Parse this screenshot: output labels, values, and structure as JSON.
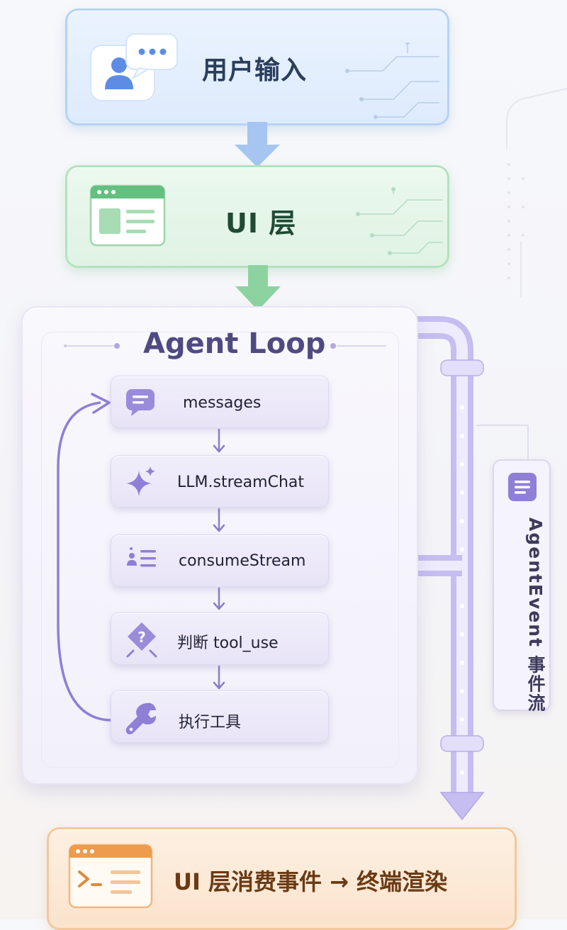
{
  "nodes": {
    "user_input": "用户输入",
    "ui_layer": "UI 层",
    "agent_loop": "Agent Loop",
    "event_stream": "AgentEvent 事件流",
    "terminal": "UI 层消费事件 → 终端渲染"
  },
  "steps": [
    {
      "label": "messages",
      "icon": "message-icon"
    },
    {
      "label": "LLM.streamChat",
      "icon": "sparkle-icon"
    },
    {
      "label": "consumeStream",
      "icon": "list-icon"
    },
    {
      "label": "判断 tool_use",
      "icon": "question-diamond-icon"
    },
    {
      "label": "执行工具",
      "icon": "wrench-icon"
    }
  ],
  "colors": {
    "user_box": "#deebfd",
    "ui_box": "#dff3e4",
    "loop_card": "#f2f0fa",
    "accent_purple": "#8f7fd6",
    "terminal_box": "#fbe3cc"
  }
}
